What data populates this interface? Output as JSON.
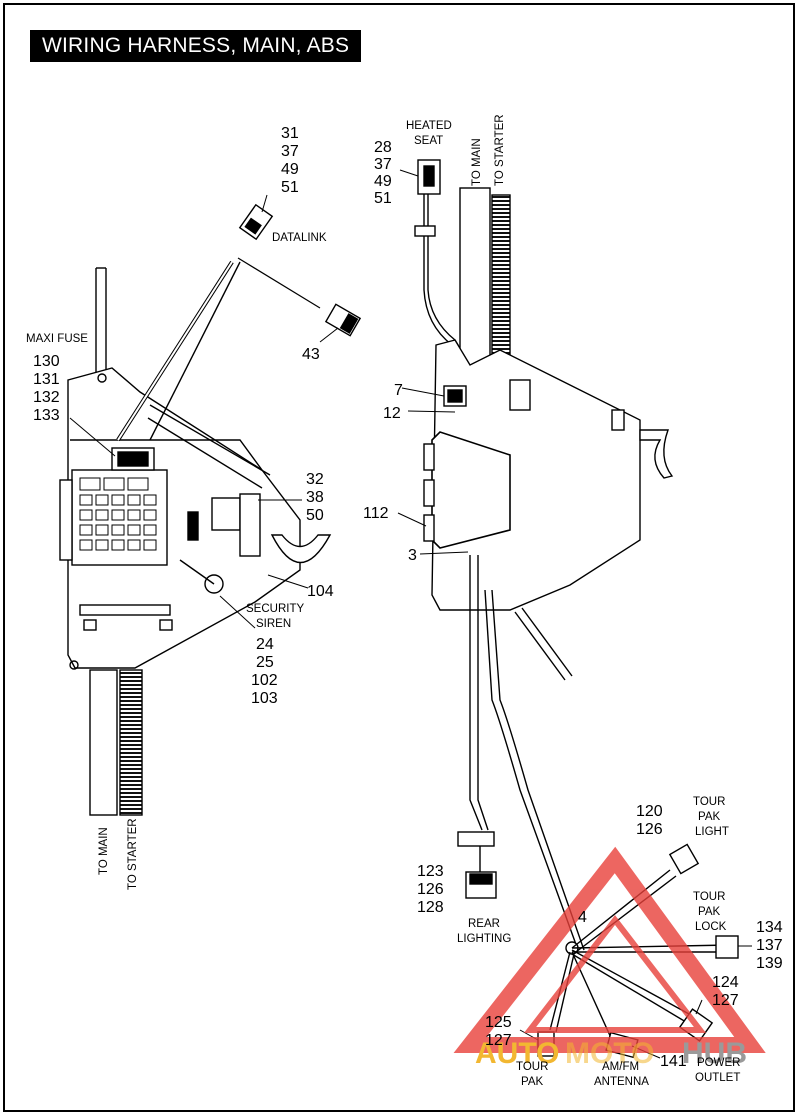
{
  "title": "WIRING HARNESS, MAIN, ABS",
  "left_assembly": {
    "callouts": {
      "datalink_parts": [
        "31",
        "37",
        "49",
        "51"
      ],
      "datalink_label": "DATALINK",
      "connector_43": "43",
      "maxi_fuse_label": "MAXI FUSE",
      "maxi_fuse_parts": [
        "130",
        "131",
        "132",
        "133"
      ],
      "relay_parts": [
        "32",
        "38",
        "50"
      ],
      "part_104": "104",
      "security_siren_label": [
        "SECURITY",
        "SIREN"
      ],
      "siren_parts": [
        "24",
        "25",
        "102",
        "103"
      ],
      "to_main": "TO MAIN",
      "to_starter": "TO STARTER"
    }
  },
  "right_assembly": {
    "callouts": {
      "heated_seat_label": [
        "HEATED",
        "SEAT"
      ],
      "heated_seat_parts": [
        "28",
        "37",
        "49",
        "51"
      ],
      "to_main": "TO MAIN",
      "to_starter": "TO STARTER",
      "part_7": "7",
      "part_12": "12",
      "part_112": "112",
      "part_3": "3",
      "rear_lighting_parts": [
        "123",
        "126",
        "128"
      ],
      "rear_lighting_label": [
        "REAR",
        "LIGHTING"
      ],
      "tour_pak_light_parts": [
        "120",
        "126"
      ],
      "tour_pak_light_label": [
        "TOUR",
        "PAK",
        "LIGHT"
      ],
      "part_4": "4",
      "tour_pak_lock_label": [
        "TOUR",
        "PAK",
        "LOCK"
      ],
      "tour_pak_lock_parts": [
        "134",
        "137",
        "139"
      ],
      "power_outlet_parts": [
        "124",
        "127"
      ],
      "tour_pak_parts": [
        "125",
        "127"
      ],
      "tour_pak_label": [
        "TOUR",
        "PAK"
      ],
      "part_141": "141",
      "am_fm_label": [
        "AM/FM",
        "ANTENNA"
      ],
      "power_outlet_label": [
        "POWER",
        "OUTLET"
      ]
    }
  },
  "watermark": {
    "text_part1": "AUTO",
    "text_part2": "MOTO",
    "text_part3": "HUB",
    "colors": {
      "red": "#e8403a",
      "gold": "#f2b731",
      "gray": "#9a9a9a"
    }
  }
}
